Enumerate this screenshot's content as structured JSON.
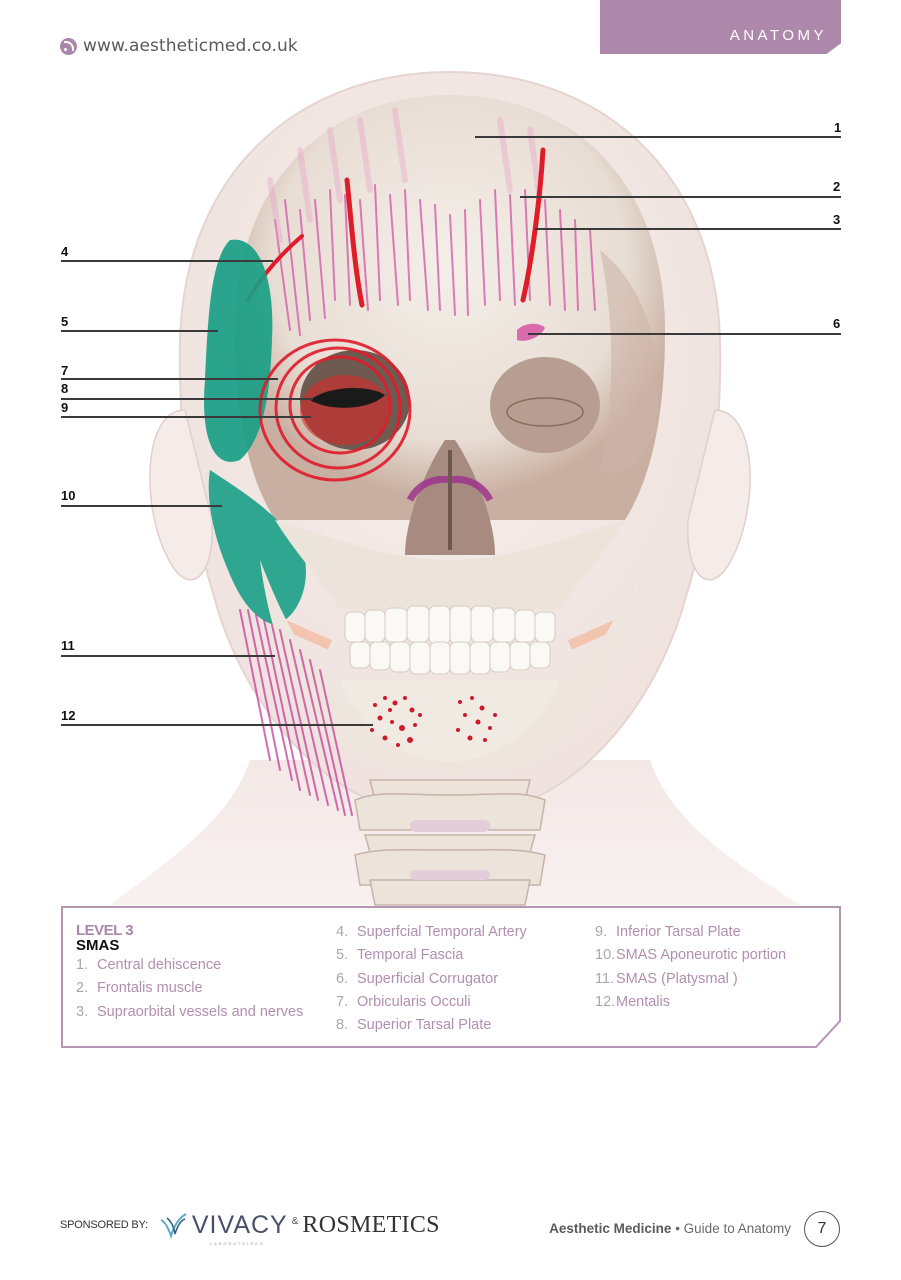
{
  "header": {
    "url": "www.aestheticmed.co.uk",
    "url_icon": "rss-icon",
    "section": "ANATOMY",
    "accent_color": "#ae88ab"
  },
  "figure": {
    "description": "Anterior view of skull within translucent head outline with SMAS layer structures drawn in color",
    "callouts": [
      {
        "num": "1",
        "side": "right"
      },
      {
        "num": "2",
        "side": "right"
      },
      {
        "num": "3",
        "side": "right"
      },
      {
        "num": "4",
        "side": "left"
      },
      {
        "num": "5",
        "side": "left"
      },
      {
        "num": "6",
        "side": "right"
      },
      {
        "num": "7",
        "side": "left"
      },
      {
        "num": "8",
        "side": "left"
      },
      {
        "num": "9",
        "side": "left"
      },
      {
        "num": "10",
        "side": "left"
      },
      {
        "num": "11",
        "side": "left"
      },
      {
        "num": "12",
        "side": "left"
      }
    ]
  },
  "legend": {
    "level": "LEVEL 3",
    "title": "SMAS",
    "items": [
      {
        "num": "1.",
        "label": "Central dehiscence"
      },
      {
        "num": "2.",
        "label": "Frontalis muscle"
      },
      {
        "num": "3.",
        "label": "Supraorbital vessels and nerves"
      },
      {
        "num": "4.",
        "label": "Superfcial Temporal Artery"
      },
      {
        "num": "5.",
        "label": "Temporal Fascia"
      },
      {
        "num": "6.",
        "label": "Superficial Corrugator"
      },
      {
        "num": "7.",
        "label": "Orbicularis Occuli"
      },
      {
        "num": "8.",
        "label": "Superior Tarsal Plate"
      },
      {
        "num": "9.",
        "label": "Inferior Tarsal Plate"
      },
      {
        "num": "10.",
        "label": "SMAS Aponeurotic portion"
      },
      {
        "num": "11.",
        "label": "SMAS (Platysmal )"
      },
      {
        "num": "12.",
        "label": "Mentalis"
      }
    ]
  },
  "footer": {
    "sponsored_label": "SPONSORED BY:",
    "sponsor1": "VIVACY",
    "sponsor1_sub": "LABORATOIRES",
    "amp": "&",
    "sponsor2": "ROSMETICS",
    "publication": "Aesthetic Medicine",
    "bullet": " • ",
    "guide": "Guide to Anatomy",
    "page_number": "7"
  }
}
